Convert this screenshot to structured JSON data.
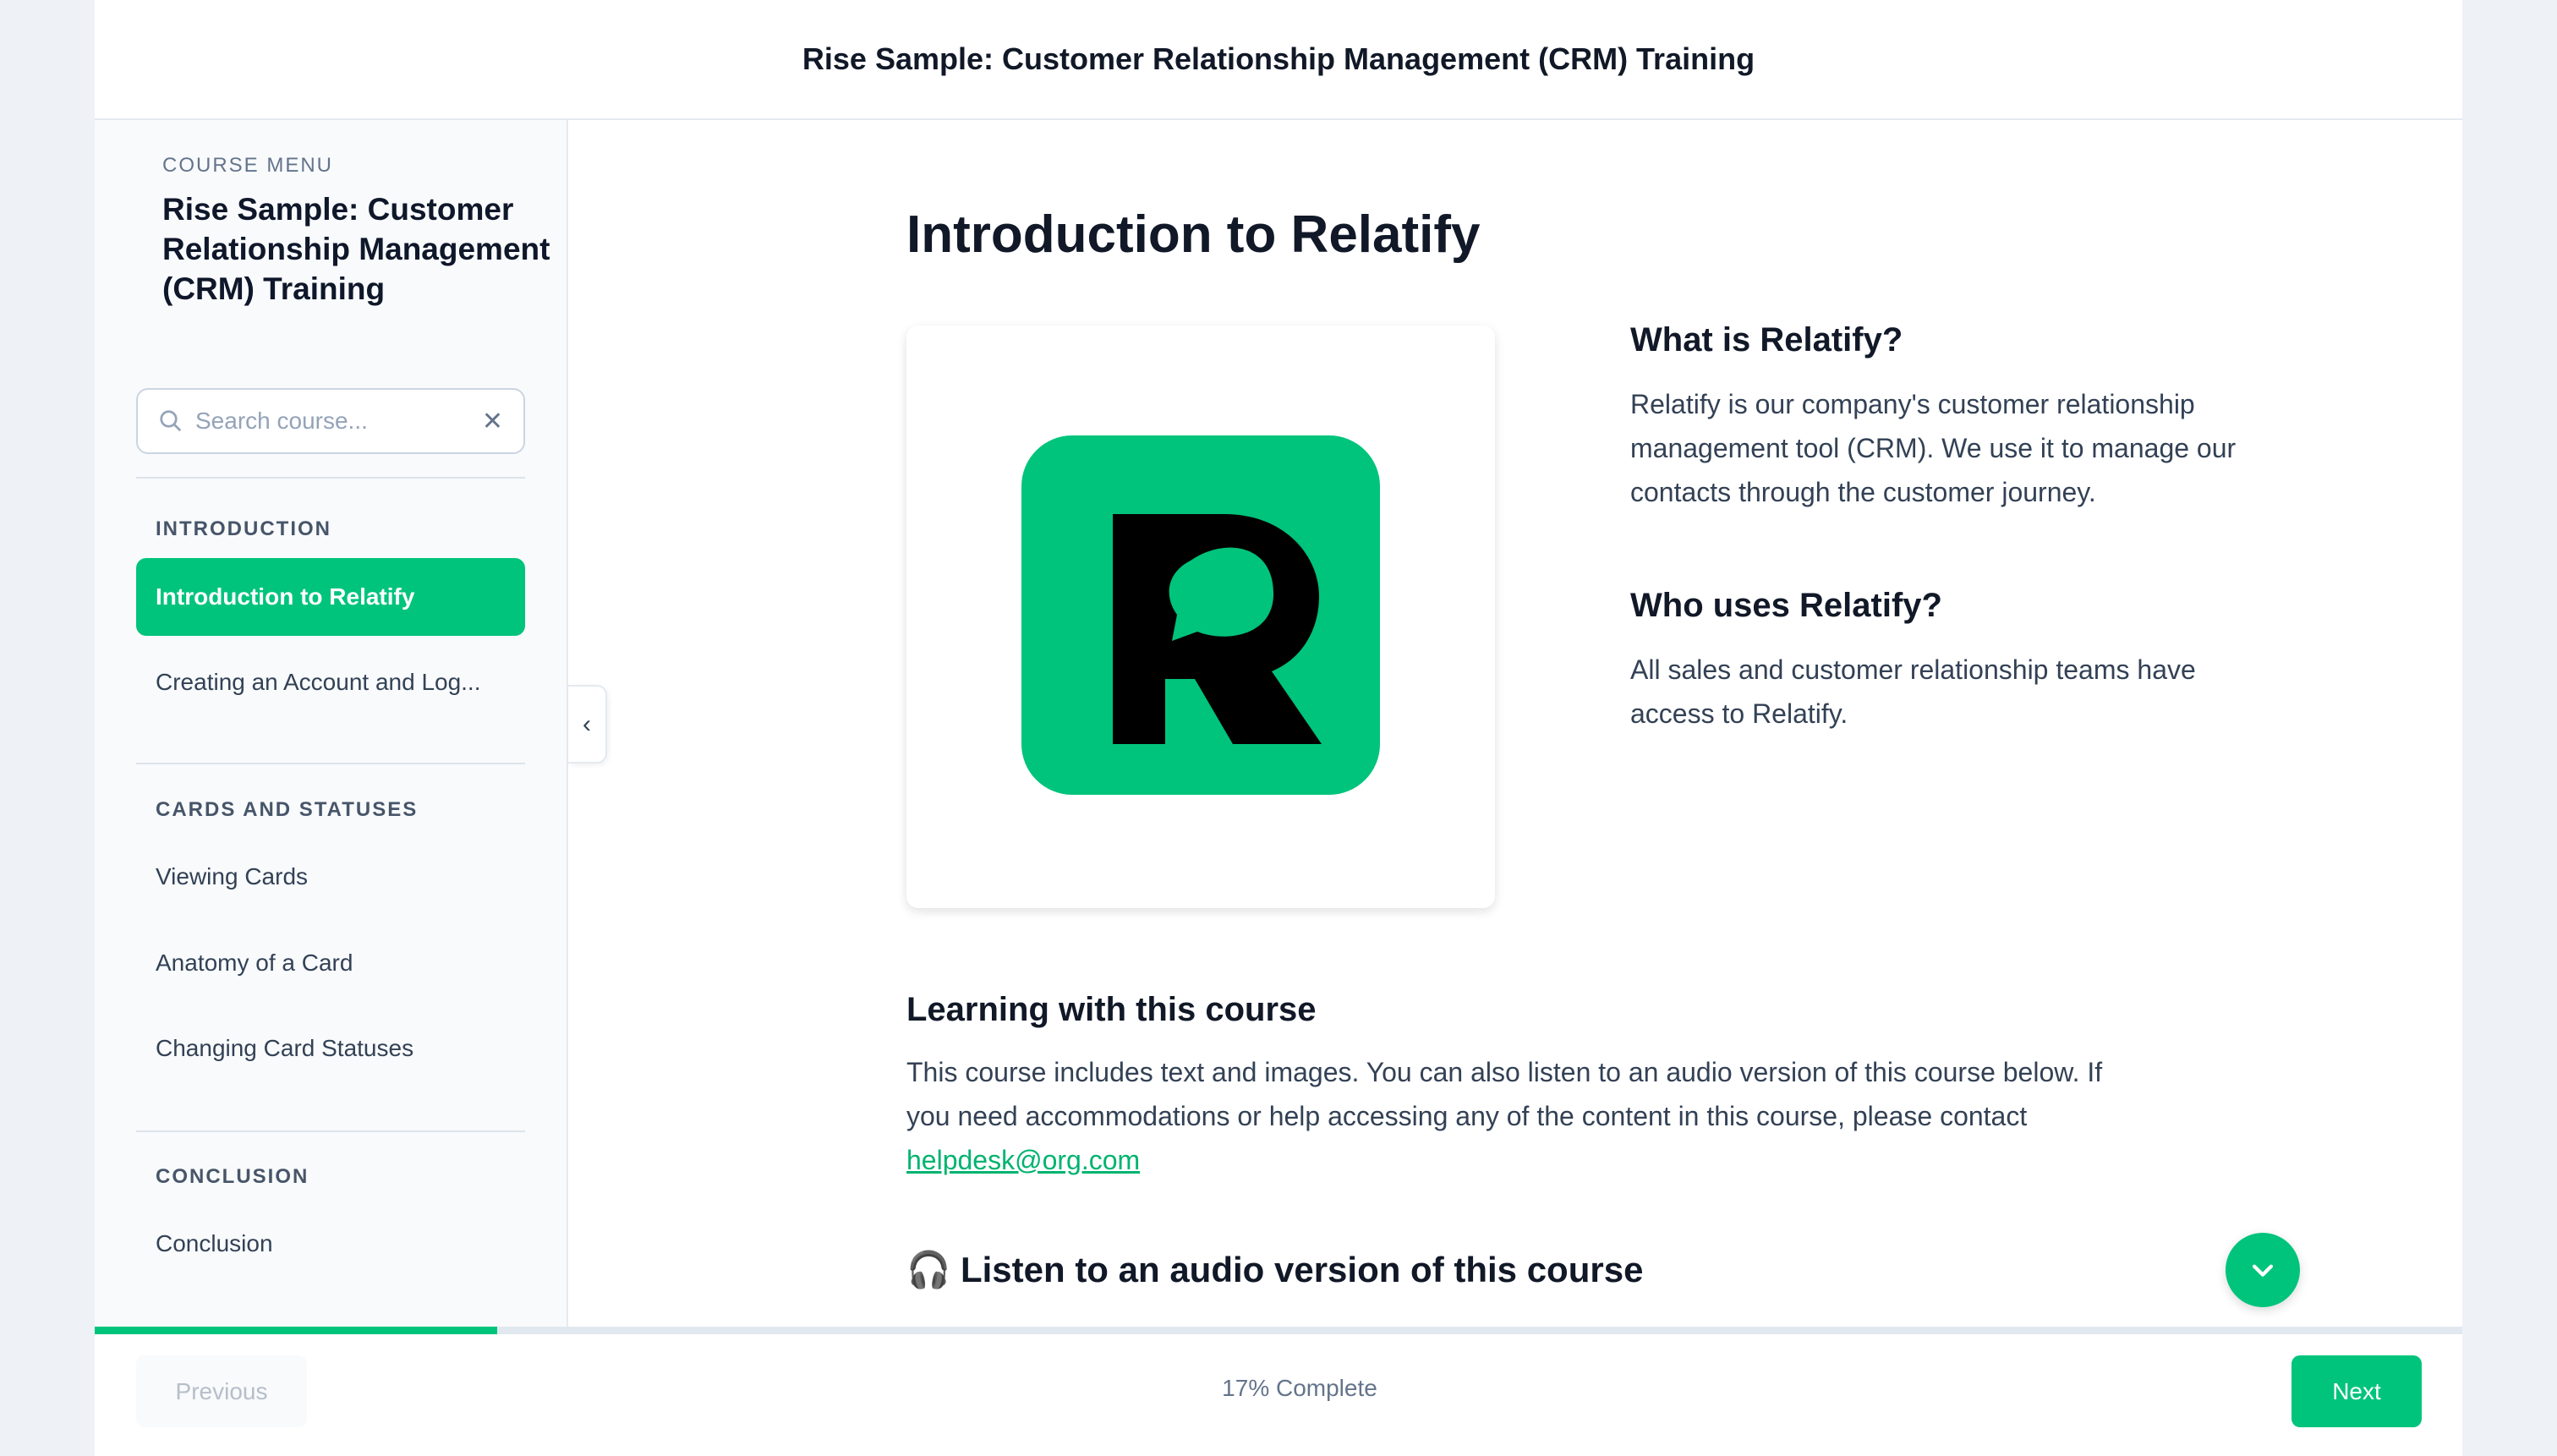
{
  "header": {
    "title": "Rise Sample: Customer Relationship Management (CRM) Training"
  },
  "sidebar": {
    "menu_label": "COURSE MENU",
    "course_title": "Rise Sample: Customer Relationship Management (CRM) Training",
    "search": {
      "placeholder": "Search course...",
      "icon": "search-icon",
      "clear_icon": "close-icon"
    },
    "sections": [
      {
        "label": "INTRODUCTION",
        "items": [
          {
            "label": "Introduction to Relatify",
            "active": true
          },
          {
            "label": "Creating an Account and Log..."
          }
        ]
      },
      {
        "label": "CARDS AND STATUSES",
        "items": [
          {
            "label": "Viewing Cards"
          },
          {
            "label": "Anatomy of a Card"
          },
          {
            "label": "Changing Card Statuses"
          }
        ]
      },
      {
        "label": "CONCLUSION",
        "items": [
          {
            "label": "Conclusion"
          }
        ]
      }
    ],
    "collapse_icon": "chevron-left-icon"
  },
  "main": {
    "title": "Introduction to Relatify",
    "what_heading": "What is Relatify?",
    "what_text": "Relatify is our company's customer relationship management tool (CRM). We use it to manage our contacts through the customer journey.",
    "who_heading": "Who uses Relatify?",
    "who_text": "All sales and customer relationship teams have access to Relatify.",
    "learning_heading": "Learning with this course",
    "learning_text": "This course includes text and images. You can also listen to an audio version of this course below. If you need accommodations or help accessing any of the content in this course, please contact ",
    "email": "helpdesk@org.com",
    "audio_icon": "🎧",
    "audio_heading": "Listen to an audio version of this course",
    "logo_letter": "R"
  },
  "footer": {
    "previous": "Previous",
    "progress_text": "17% Complete",
    "progress_percent": 17,
    "next": "Next"
  },
  "colors": {
    "accent": "#00c47c"
  }
}
